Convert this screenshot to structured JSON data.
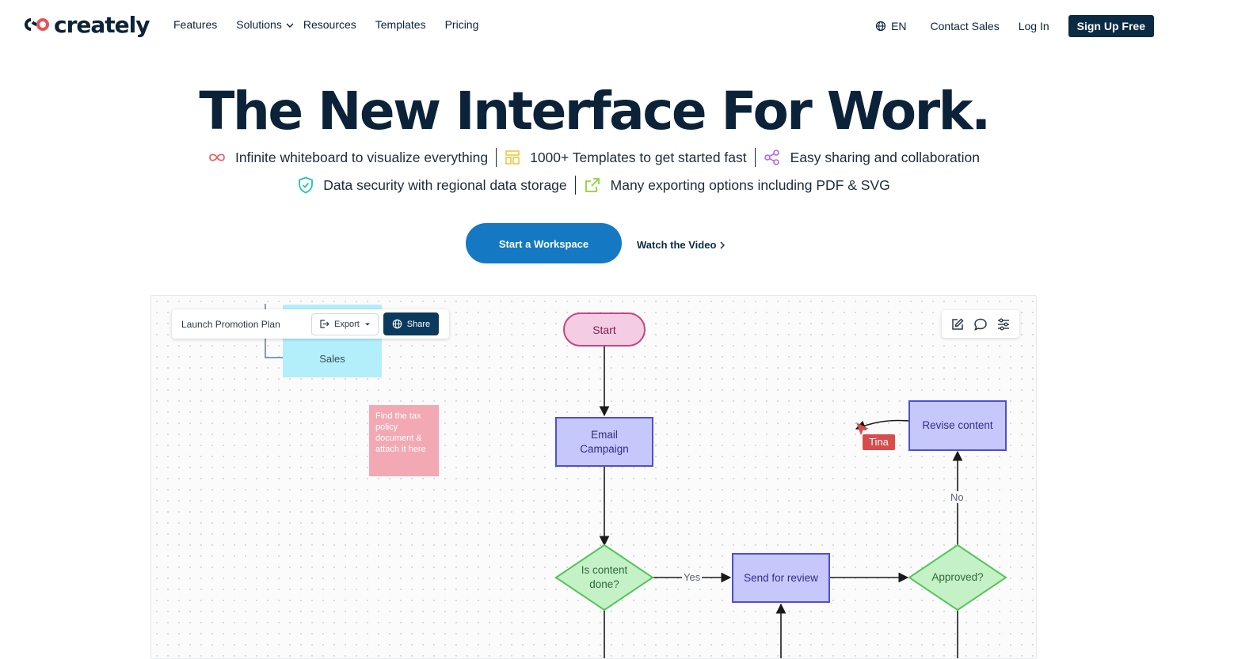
{
  "brand": {
    "name": "creately"
  },
  "nav": {
    "links": [
      "Features",
      "Solutions",
      "Resources",
      "Templates",
      "Pricing"
    ],
    "language": "EN",
    "contact_sales": "Contact Sales",
    "login": "Log In",
    "signup": "Sign Up Free"
  },
  "hero": {
    "title": "The New Interface For Work.",
    "features": [
      "Infinite whiteboard to visualize everything",
      "1000+ Templates to get started fast",
      "Easy sharing and collaboration",
      "Data security with regional data storage",
      "Many exporting options including PDF & SVG"
    ],
    "cta": "Start a Workspace",
    "watch": "Watch the Video"
  },
  "board": {
    "document_title": "Launch Promotion Plan",
    "export_label": "Export",
    "share_label": "Share",
    "sales_label": "Sales",
    "sticky_note": "Find the tax policy document & attach it here",
    "nodes": {
      "start": "Start",
      "email_line1": "Email",
      "email_line2": "Campaign",
      "content_done_line1": "Is content",
      "content_done_line2": "done?",
      "send_review": "Send for review",
      "approved": "Approved?",
      "revise": "Revise content"
    },
    "edges": {
      "yes": "Yes",
      "no": "No"
    },
    "cursor_user": "Tina"
  },
  "colors": {
    "navy": "#0b2239",
    "cta_blue": "#1479c2",
    "signup_bg": "#0b2a44",
    "process_fill": "#c6c7fb",
    "process_stroke": "#4d4ed7",
    "decision_fill": "#c5f1c6",
    "decision_stroke": "#56c45c",
    "start_fill": "#f4cde3",
    "start_stroke": "#c64583",
    "sales_fill": "#b3eefb",
    "sticky_fill": "#f2a9b3",
    "tina_badge": "#d94c4c"
  },
  "icons": {
    "feature_icons": [
      "infinity-icon",
      "template-icon",
      "share-nodes-icon",
      "shield-check-icon",
      "export-arrow-icon"
    ],
    "toolbar_icons": [
      "export-icon",
      "chevron-down-icon",
      "globe-icon"
    ],
    "tool_icons": [
      "edit-icon",
      "comment-icon",
      "sliders-icon"
    ]
  }
}
